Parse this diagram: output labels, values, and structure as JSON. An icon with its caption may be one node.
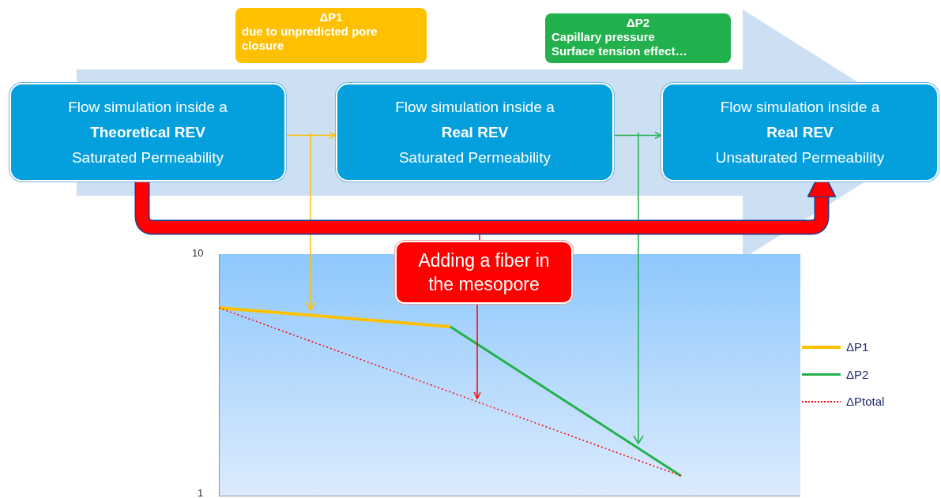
{
  "diagram": {
    "nodes": [
      {
        "text": [
          "ΔP1",
          "due to unpredicted pore closure"
        ]
      },
      {
        "text": [
          "ΔP2",
          "Capillary pressure",
          "Surface tension effect…"
        ]
      },
      {
        "text": [
          "Flow simulation inside a",
          "Theoretical REV",
          "Saturated Permeability"
        ]
      },
      {
        "text": [
          "Flow simulation inside a",
          "Real REV",
          "Saturated Permeability"
        ]
      },
      {
        "text": [
          "Flow simulation inside a",
          "Real REV",
          "Unsaturated Permeability"
        ]
      },
      {
        "text": [
          "Adding a fiber in the mesopore"
        ]
      }
    ],
    "edges": [
      {
        "from": 2,
        "to": 3,
        "arrow": "to",
        "color": "#ffc000"
      },
      {
        "from": 3,
        "to": 4,
        "arrow": "to",
        "color": "#22b14c"
      },
      {
        "from": 2,
        "to": 4,
        "arrow": "to",
        "style": "thick",
        "color": "#ff0000"
      },
      {
        "from": 5,
        "to": null,
        "arrow": "to",
        "color": "#ff0000"
      },
      {
        "from": 2,
        "to": 4,
        "arrow": "to",
        "style": "thick",
        "color": "#cddff3"
      }
    ],
    "labels": [
      "10",
      "1"
    ],
    "legend": [
      {
        "text": "ΔP1"
      },
      {
        "text": "ΔP2"
      },
      {
        "text": "ΔPtotal"
      }
    ]
  }
}
